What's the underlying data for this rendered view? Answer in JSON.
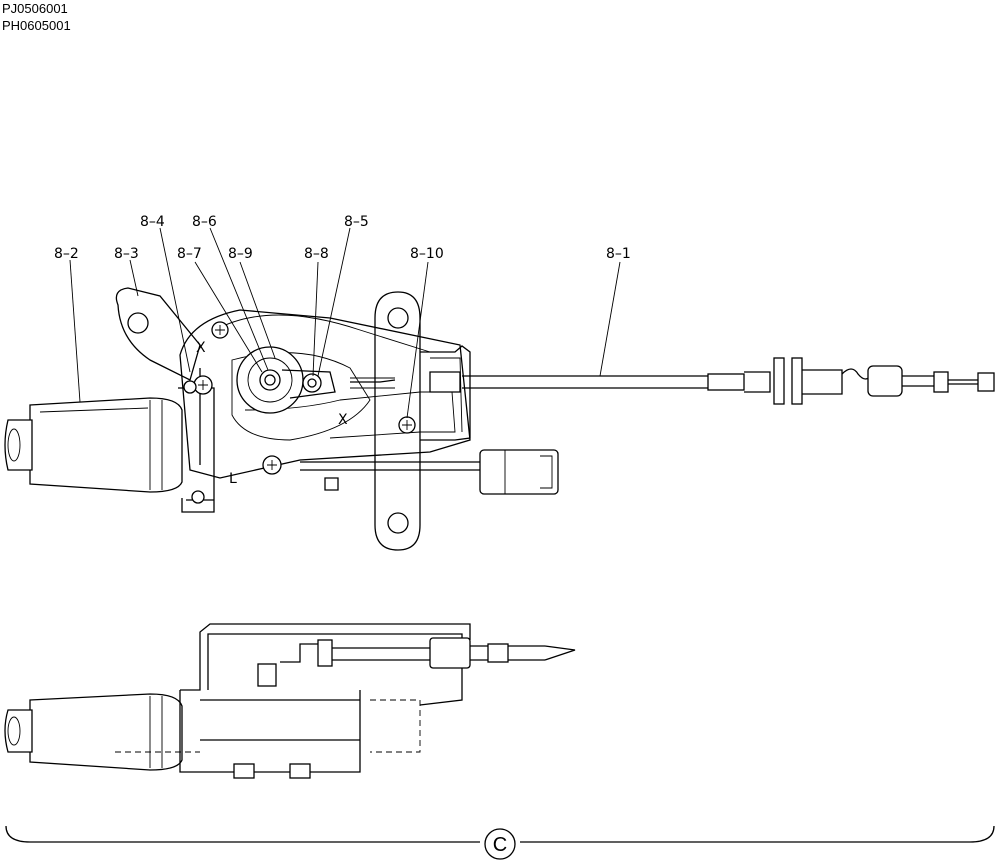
{
  "document_codes": [
    "PJ0506001",
    "PH0605001"
  ],
  "callouts": {
    "c8_1": "8–1",
    "c8_2": "8–2",
    "c8_3": "8–3",
    "c8_4": "8–4",
    "c8_5": "8–5",
    "c8_6": "8–6",
    "c8_7": "8–7",
    "c8_8": "8–8",
    "c8_9": "8–9",
    "c8_10": "8–10"
  },
  "view_marker": "C",
  "symbols": {
    "cross_a": "X",
    "cross_b": "X",
    "l_mark": "L"
  }
}
